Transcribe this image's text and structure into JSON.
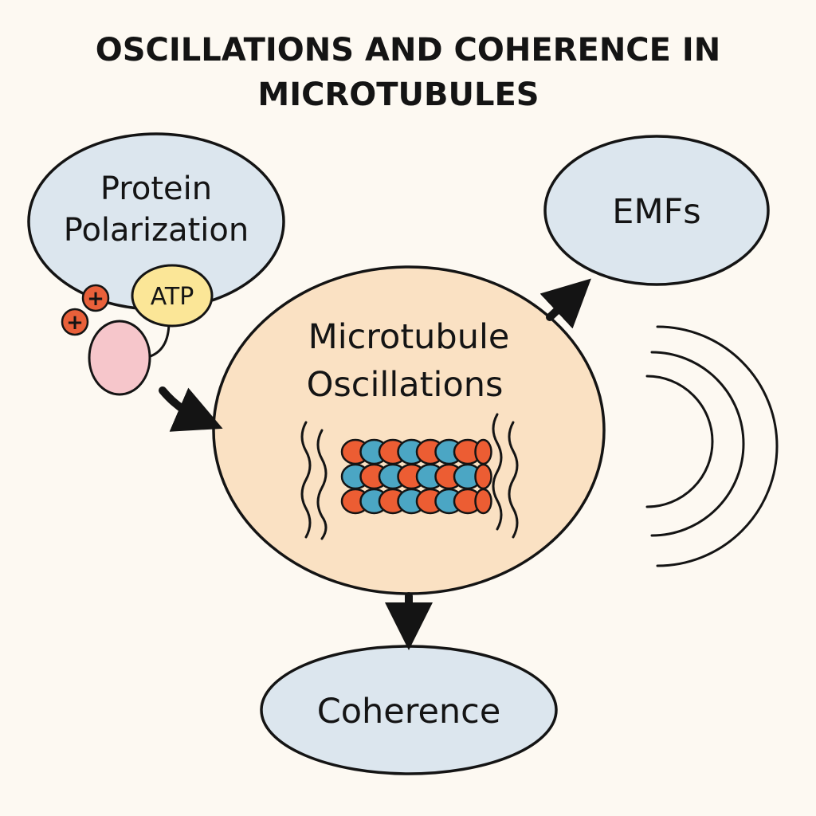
{
  "title": {
    "line1": "OSCILLATIONS AND COHERENCE IN",
    "line2": "MICROTUBULES"
  },
  "nodes": {
    "protein_polarization": {
      "line1": "Protein",
      "line2": "Polarization"
    },
    "atp": {
      "label": "ATP"
    },
    "charge_symbol": "+",
    "emfs": {
      "label": "EMFs"
    },
    "microtubule_oscillations": {
      "line1": "Microtubule",
      "line2": "Oscillations"
    },
    "coherence": {
      "label": "Coherence"
    }
  },
  "colors": {
    "background": "#fdf9f2",
    "outline": "#141414",
    "blue_node_fill": "#dce6ee",
    "center_fill": "#fae1c3",
    "atp_fill": "#fbe697",
    "pink_fill": "#f6c6cb",
    "charge_fill": "#e9603a",
    "tubulin_orange": "#ec5d33",
    "tubulin_blue": "#4ba6c4"
  },
  "icons": {
    "emission_waves": "radio-waves-icon",
    "vibration_lines": "wavy-lines-icon",
    "microtubule": "tubulin-lattice-icon"
  }
}
